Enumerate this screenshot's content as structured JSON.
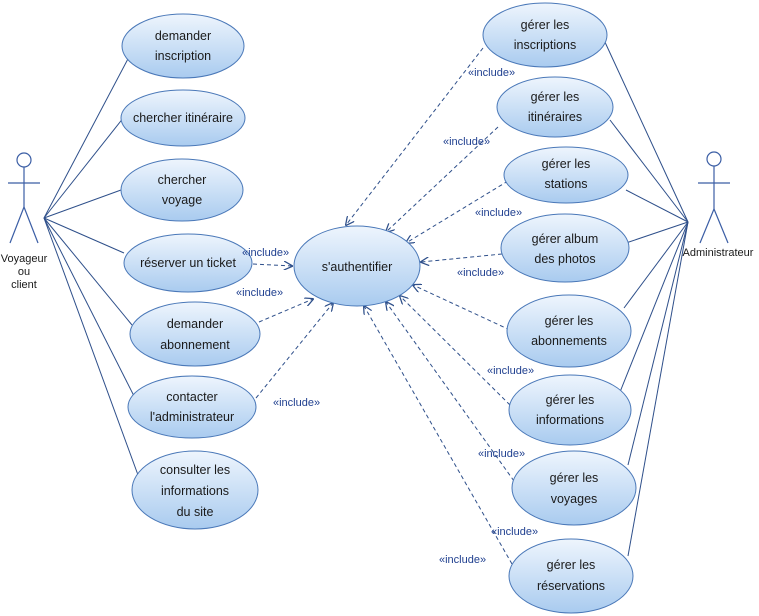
{
  "actors": {
    "client": {
      "lines": [
        "Voyageur",
        "ou",
        "client"
      ],
      "icon": "stick-figure-icon"
    },
    "admin": {
      "lines": [
        "Administrateur"
      ],
      "icon": "stick-figure-icon"
    }
  },
  "use_cases": {
    "auth": [
      "s'authentifier"
    ],
    "demander_inscription": [
      "demander",
      "inscription"
    ],
    "chercher_itineraire": [
      "chercher itinéraire"
    ],
    "chercher_voyage": [
      "chercher",
      "voyage"
    ],
    "reserver_ticket": [
      "réserver un ticket"
    ],
    "demander_abonnement": [
      "demander",
      "abonnement"
    ],
    "contacter_admin": [
      "contacter",
      "l'administrateur"
    ],
    "consulter_infos": [
      "consulter les",
      "informations",
      "du site"
    ],
    "gerer_inscriptions": [
      "gérer les",
      "inscriptions"
    ],
    "gerer_itineraires": [
      "gérer les",
      "itinéraires"
    ],
    "gerer_stations": [
      "gérer les",
      "stations"
    ],
    "gerer_album": [
      "gérer album",
      "des photos"
    ],
    "gerer_abonnements": [
      "gérer les",
      "abonnements"
    ],
    "gerer_informations": [
      "gérer les",
      "informations"
    ],
    "gerer_voyages": [
      "gérer les",
      "voyages"
    ],
    "gerer_reservations": [
      "gérer les",
      "réservations"
    ]
  },
  "relation_label": "«include»",
  "colors": {
    "ellipse_fill_top": "#eef5fd",
    "ellipse_fill_bottom": "#a9cbef",
    "ellipse_stroke": "#4a78b8",
    "line": "#2e4f8a",
    "dashed": "#2e4f8a"
  }
}
